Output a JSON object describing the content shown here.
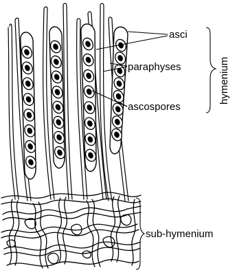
{
  "labels": {
    "asci": "asci",
    "paraphyses": "paraphyses",
    "ascospores": "ascospores",
    "hymenium": "hymenium",
    "sub_hymenium": "sub-hymenium"
  },
  "colors": {
    "ink": "#000000",
    "paper": "#ffffff"
  }
}
